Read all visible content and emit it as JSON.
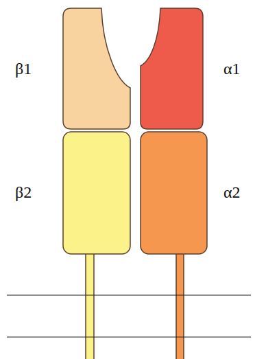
{
  "diagram": {
    "labels": [
      "β1",
      "α1",
      "β2",
      "α2"
    ]
  }
}
